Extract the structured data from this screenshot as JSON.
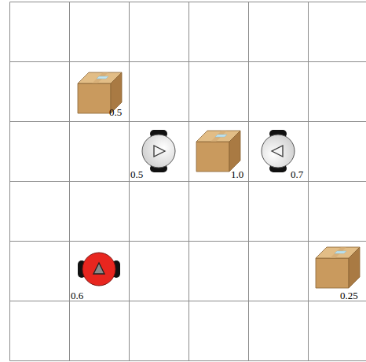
{
  "diagram": {
    "labels": [
      "0.5",
      "0.5",
      "1.0",
      "0.7",
      "0.6",
      "0.25"
    ]
  }
}
